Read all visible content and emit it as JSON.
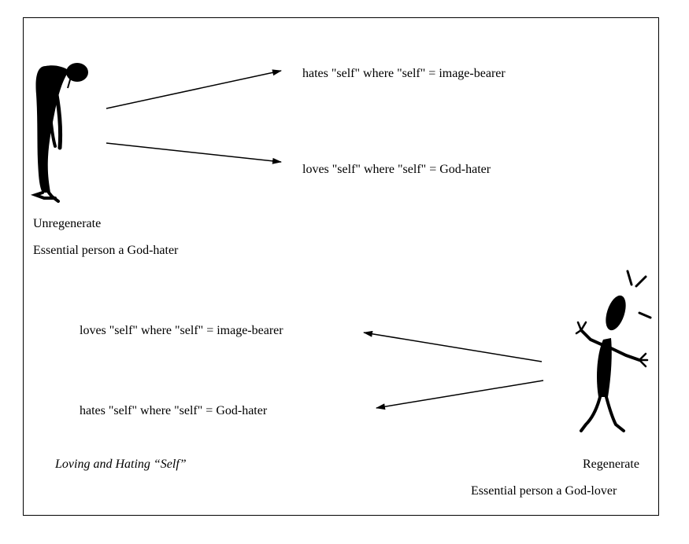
{
  "colors": {
    "ink": "#000000",
    "background": "#ffffff"
  },
  "figures": {
    "unregenerate": {
      "label": "Unregenerate",
      "sublabel": "Essential person a God-hater",
      "icon": "stooped-stick-figure-icon"
    },
    "regenerate": {
      "label": "Regenerate",
      "sublabel": "Essential person a God-lover",
      "icon": "joyful-stick-figure-icon"
    }
  },
  "statements": {
    "top_upper": "hates \"self\" where \"self\" = image-bearer",
    "top_lower": "loves \"self\" where \"self\" = God-hater",
    "bottom_upper": "loves \"self\" where \"self\" = image-bearer",
    "bottom_lower": "hates \"self\" where \"self\" = God-hater"
  },
  "caption": "Loving and Hating “Self”"
}
